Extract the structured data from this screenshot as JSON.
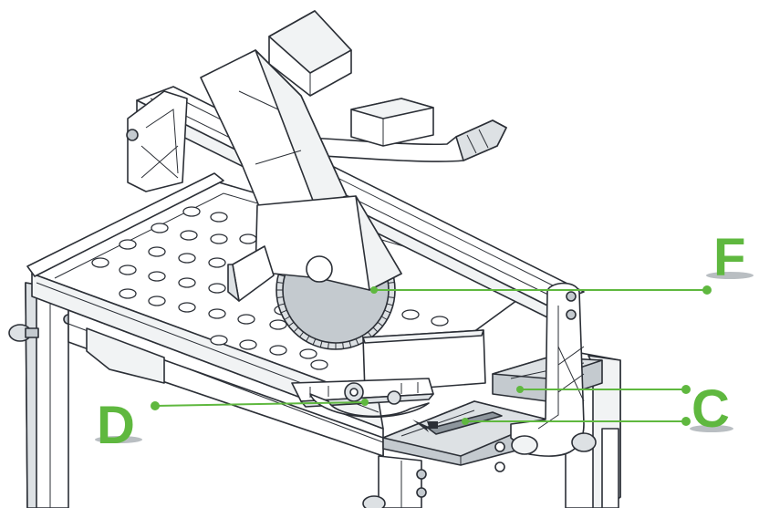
{
  "diagram": {
    "accent_color": "#5fb83f",
    "callouts": [
      {
        "id": "F",
        "letter": "F",
        "points_to": "cutting-blade"
      },
      {
        "id": "C1",
        "letter": "C",
        "points_to": "right-rail-slider"
      },
      {
        "id": "C2",
        "letter": "C",
        "points_to": "sliding-carriage"
      },
      {
        "id": "D",
        "letter": "D",
        "points_to": "angle-guide"
      }
    ]
  }
}
